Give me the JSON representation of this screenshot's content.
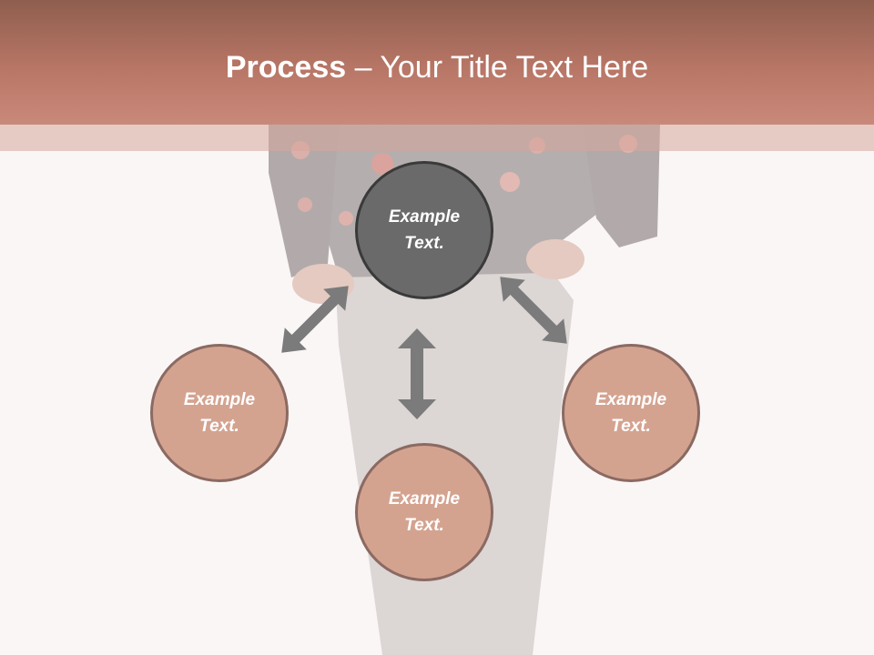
{
  "slide": {
    "title_bold": "Process",
    "title_rest": " – Your Title Text Here"
  },
  "colors": {
    "title_bar": "#b87666",
    "node_fill": "#d4a390",
    "node_border": "#8a6a62",
    "center_fill": "#6a6a6a",
    "arrow": "#7b7b7b"
  },
  "diagram": {
    "center": {
      "label": "Example\nText."
    },
    "left": {
      "label": "Example\nText."
    },
    "bottom": {
      "label": "Example\nText."
    },
    "right": {
      "label": "Example\nText."
    }
  }
}
